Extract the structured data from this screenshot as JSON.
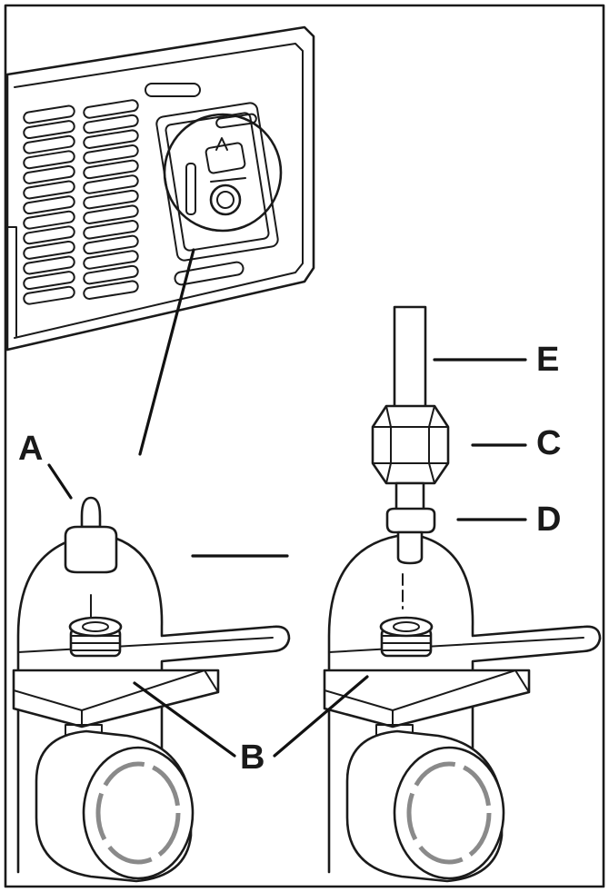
{
  "labels": {
    "a": "A",
    "b": "B",
    "c": "C",
    "d": "D",
    "e": "E"
  },
  "colors": {
    "line": "#1a1a1a",
    "gauge_ring": "#8a8a8a",
    "background": "#ffffff"
  }
}
